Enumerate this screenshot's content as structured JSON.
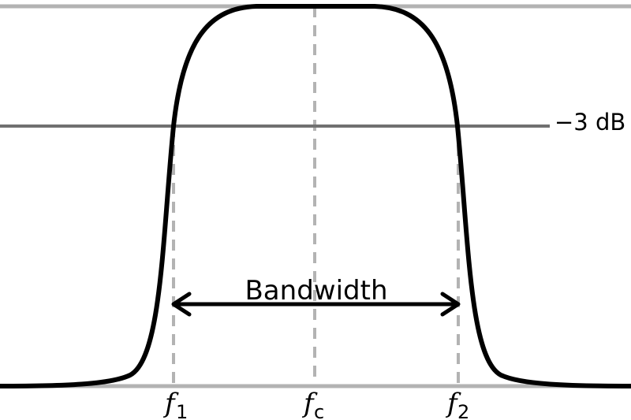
{
  "diagram": {
    "db_label": "−3 dB",
    "bandwidth_label": "Bandwidth",
    "markers": [
      {
        "base": "f",
        "sub": "1"
      },
      {
        "base": "f",
        "sub": "c"
      },
      {
        "base": "f",
        "sub": "2"
      }
    ]
  },
  "colors": {
    "curve": "#000000",
    "reference_lines": "#b3b3b3",
    "db_line": "#707070",
    "guides": "#b3b3b3"
  }
}
